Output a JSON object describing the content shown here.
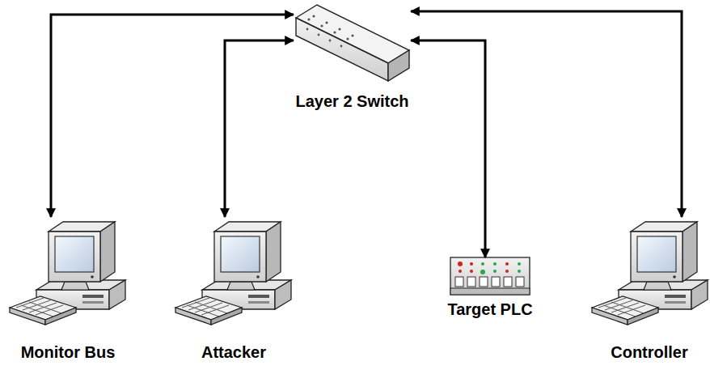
{
  "diagram": {
    "nodes": [
      {
        "text": [
          "Layer 2 Switch"
        ]
      },
      {
        "text": [
          "Monitor Bus"
        ]
      },
      {
        "text": [
          "Attacker"
        ]
      },
      {
        "text": [
          "Target PLC"
        ]
      },
      {
        "text": [
          "Controller"
        ]
      }
    ],
    "edges": [
      {
        "from": 0,
        "to": 1,
        "arrow": "both"
      },
      {
        "from": 0,
        "to": 2,
        "arrow": "both"
      },
      {
        "from": 0,
        "to": 3,
        "arrow": "both"
      },
      {
        "from": 0,
        "to": 4,
        "arrow": "both"
      }
    ]
  }
}
